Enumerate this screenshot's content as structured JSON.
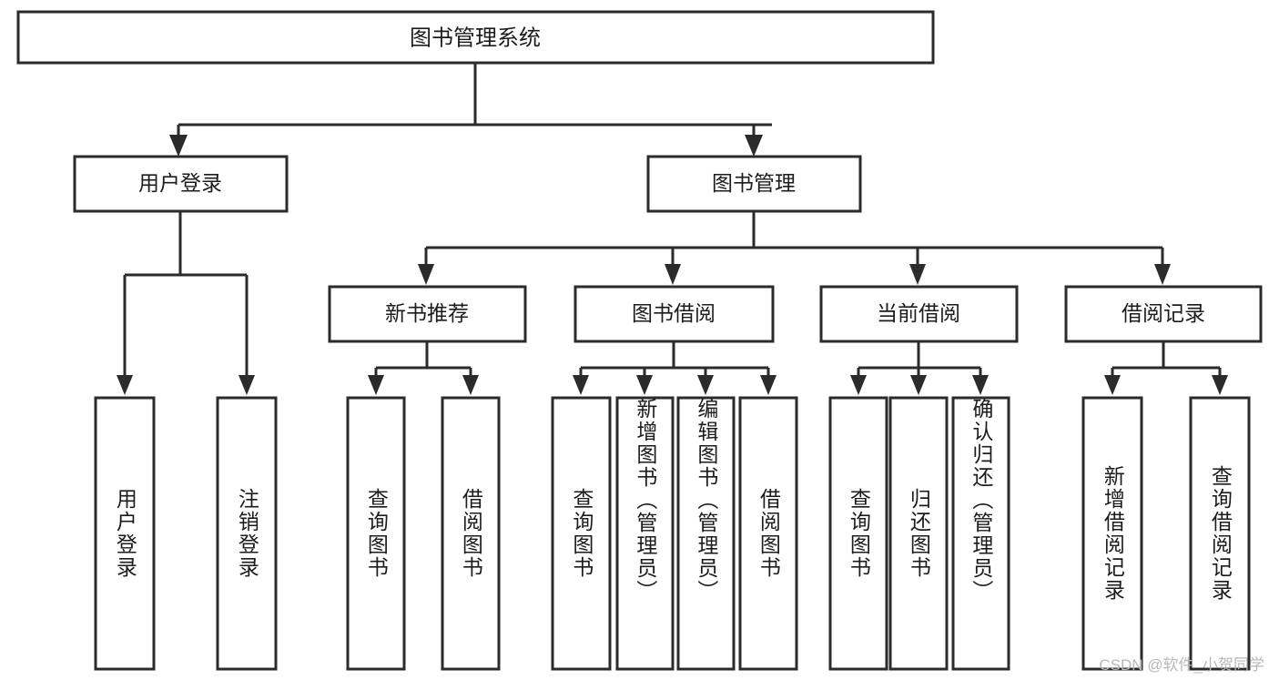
{
  "diagram": {
    "title": "图书管理系统",
    "type": "tree",
    "watermark": "CSDN @软件_小贺同学",
    "colors": {
      "stroke": "#2b2b2b",
      "fill": "#ffffff",
      "text": "#1c1c1c",
      "watermark": "#b8b8b8",
      "background": "#ffffff"
    },
    "root": {
      "label": "图书管理系统"
    },
    "level1": [
      {
        "id": "user-login",
        "label": "用户登录"
      },
      {
        "id": "book-manage",
        "label": "图书管理"
      }
    ],
    "level2": [
      {
        "id": "new-book-recommend",
        "label": "新书推荐",
        "parent": "book-manage"
      },
      {
        "id": "book-borrow",
        "label": "图书借阅",
        "parent": "book-manage"
      },
      {
        "id": "current-borrow",
        "label": "当前借阅",
        "parent": "book-manage"
      },
      {
        "id": "borrow-record",
        "label": "借阅记录",
        "parent": "book-manage"
      }
    ],
    "leaves": [
      {
        "id": "leaf-user-login",
        "label": "用户登录",
        "parent": "user-login"
      },
      {
        "id": "leaf-logout-login",
        "label": "注销登录",
        "parent": "user-login"
      },
      {
        "id": "leaf-query-book-1",
        "label": "查询图书",
        "parent": "new-book-recommend"
      },
      {
        "id": "leaf-borrow-book-1",
        "label": "借阅图书",
        "parent": "new-book-recommend"
      },
      {
        "id": "leaf-query-book-2",
        "label": "查询图书",
        "parent": "book-borrow"
      },
      {
        "id": "leaf-add-book",
        "label": "新增图书（管理员）",
        "parent": "book-borrow"
      },
      {
        "id": "leaf-edit-book",
        "label": "编辑图书（管理员）",
        "parent": "book-borrow"
      },
      {
        "id": "leaf-borrow-book-2",
        "label": "借阅图书",
        "parent": "book-borrow"
      },
      {
        "id": "leaf-query-book-3",
        "label": "查询图书",
        "parent": "current-borrow"
      },
      {
        "id": "leaf-return-book",
        "label": "归还图书",
        "parent": "current-borrow"
      },
      {
        "id": "leaf-confirm-return",
        "label": "确认归还（管理员）",
        "parent": "current-borrow"
      },
      {
        "id": "leaf-add-record",
        "label": "新增借阅记录",
        "parent": "borrow-record"
      },
      {
        "id": "leaf-query-record",
        "label": "查询借阅记录",
        "parent": "borrow-record"
      }
    ]
  }
}
